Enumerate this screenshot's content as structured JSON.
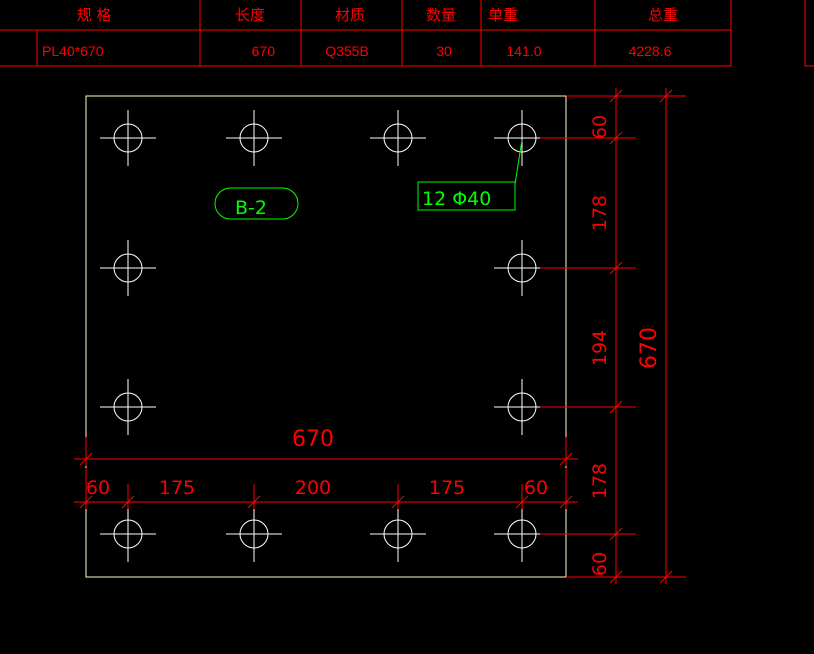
{
  "colors": {
    "background": "#000000",
    "table": "#ff0000",
    "dimension": "#ff0000",
    "plate_outline": "#ffffc0",
    "hole": "#ffffff",
    "label": "#00ff00"
  },
  "table": {
    "headers": [
      "规 格",
      "长度",
      "材质",
      "数量",
      "单重",
      "总重"
    ],
    "row": [
      "PL40*670",
      "670",
      "Q355B",
      "30",
      "141.0",
      "4228.6"
    ]
  },
  "plate": {
    "tag": "B-2",
    "hole_note": "12 Φ40"
  },
  "dimensions": {
    "overall_width": "670",
    "overall_height": "670",
    "horizontal": [
      "60",
      "175",
      "200",
      "175",
      "60"
    ],
    "vertical": [
      "60",
      "178",
      "194",
      "178",
      "60"
    ]
  }
}
